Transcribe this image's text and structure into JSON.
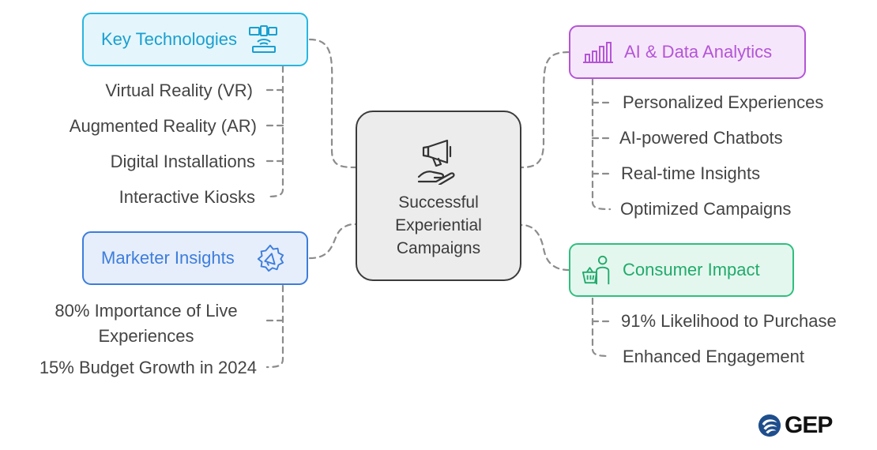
{
  "center": {
    "title_lines": [
      "Successful",
      "Experiential",
      "Campaigns"
    ],
    "icon": "megaphone-hand-icon"
  },
  "branches": {
    "key_technologies": {
      "label": "Key Technologies",
      "icon": "devices-icon",
      "color": "#29b6e0",
      "fill": "#e4f6fc",
      "items": [
        "Virtual Reality (VR)",
        "Augmented Reality (AR)",
        "Digital Installations",
        "Interactive Kiosks"
      ]
    },
    "marketer_insights": {
      "label": "Marketer Insights",
      "icon": "megaphone-badge-icon",
      "color": "#3d7ddb",
      "fill": "#e6eefb",
      "items": [
        "80% Importance of Live Experiences",
        "15% Budget Growth in 2024"
      ]
    },
    "ai_data_analytics": {
      "label": "AI & Data Analytics",
      "icon": "bar-chart-icon",
      "color": "#b455d6",
      "fill": "#f6e6fb",
      "items": [
        "Personalized Experiences",
        "AI-powered Chatbots",
        "Real-time Insights",
        "Optimized Campaigns"
      ]
    },
    "consumer_impact": {
      "label": "Consumer Impact",
      "icon": "shopper-basket-icon",
      "color": "#2fbf7e",
      "fill": "#e4f7ee",
      "items": [
        "91% Likelihood to Purchase",
        "Enhanced Engagement"
      ]
    }
  },
  "logo": {
    "text": "GEP",
    "icon": "gep-swirl-icon"
  }
}
